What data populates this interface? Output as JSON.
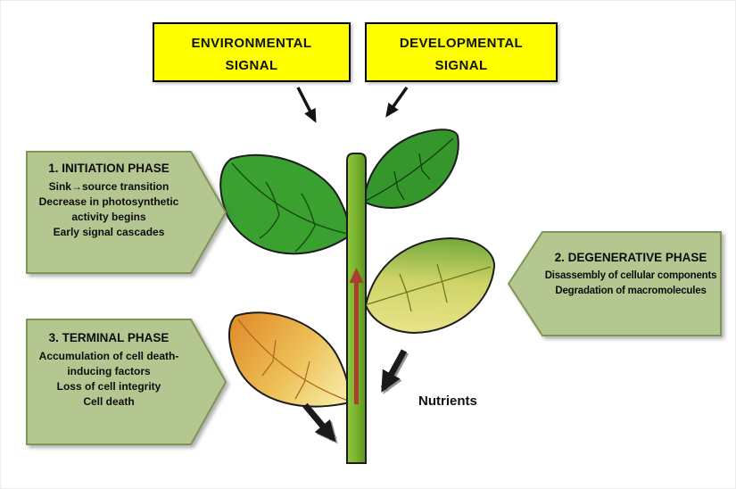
{
  "signals": [
    {
      "id": "environmental",
      "line1": "ENVIRONMENTAL",
      "line2": "SIGNAL"
    },
    {
      "id": "developmental",
      "line1": "DEVELOPMENTAL",
      "line2": "SIGNAL"
    }
  ],
  "phases": [
    {
      "title": "1. INITIATION PHASE",
      "lines": [
        "Sink→source transition",
        "Decrease in photosynthetic",
        "activity begins",
        "Early signal cascades"
      ]
    },
    {
      "title": "2. DEGENERATIVE PHASE",
      "lines": [
        "Disassembly of cellular components",
        "Degradation of macromolecules"
      ]
    },
    {
      "title": "3. TERMINAL PHASE",
      "lines": [
        "Accumulation of cell death-",
        "inducing factors",
        "Loss of cell integrity",
        "Cell death"
      ]
    }
  ],
  "labels": {
    "nutrients": "Nutrients"
  },
  "icons": {
    "environmental_signal_arrow": "black-arrow-down-right",
    "developmental_signal_arrow": "black-arrow-down-left",
    "sap_flow_arrow": "red-arrow-up-inside-stem",
    "nutrient_arrow_right": "black-block-arrow-down-left",
    "nutrient_arrow_left": "black-block-arrow-down-right"
  },
  "colors": {
    "signal_box_bg": "#ffff00",
    "signal_box_border": "#000000",
    "phase_box_fill": "#b5c791",
    "phase_box_border": "#7d9655",
    "stem_green": "#79b42c",
    "leaf_green": "#3aa02f",
    "leaf_yellow_green": "#cfd468",
    "leaf_orange": "#e1912f",
    "sap_arrow_red": "#a8402e",
    "text": "#111111"
  }
}
